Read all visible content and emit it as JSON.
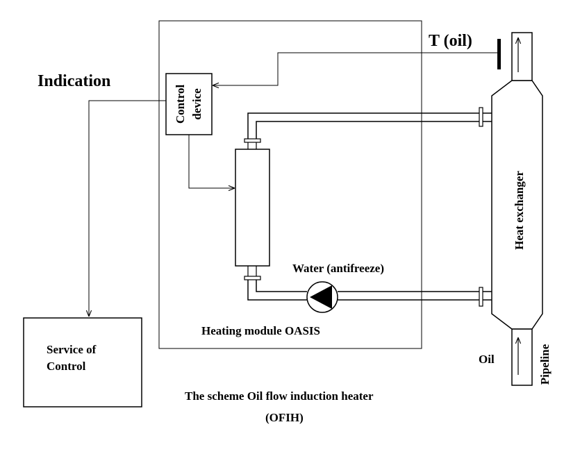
{
  "labels": {
    "temperature": "T (oil)",
    "indication": "Indication",
    "control_device_line1": "Control",
    "control_device_line2": "device",
    "heat_exchanger": "Heat exchanger",
    "water": "Water (antifreeze)",
    "heating_module": "Heating module OASIS",
    "service_line1": "Service of",
    "service_line2": "Control",
    "oil": "Oil",
    "pipeline": "Pipeline",
    "caption_line1": "The scheme Oil flow induction heater",
    "caption_line2": "(OFIH)"
  }
}
